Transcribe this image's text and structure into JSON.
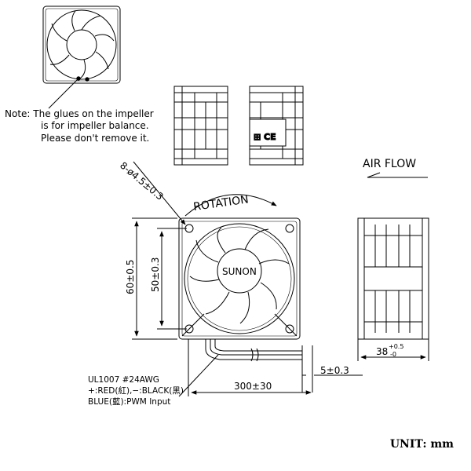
{
  "note": {
    "line1": "Note: The glues on the impeller",
    "line2": "is for impeller balance.",
    "line3": "Please don't remove it."
  },
  "air_flow_label": "AIR FLOW",
  "rotation_label": "ROTATION",
  "brand_label": "SUNON",
  "mount_hole_dim": "8-ø4.5±0.3",
  "height_dim": "60±0.5",
  "hole_pitch_dim": "50±0.3",
  "depth_dim_main": "38",
  "depth_tol_upper": "+0.5",
  "depth_tol_lower": "-0",
  "lead_strip_dim": "5±0.3",
  "lead_length_dim": "300±30",
  "wire_spec": {
    "line1": "UL1007  #24AWG",
    "line2": "+:RED(紅),−:BLACK(黑)",
    "line3": "BLUE(藍):PWM Input"
  },
  "unit_label": "UNIT: mm"
}
